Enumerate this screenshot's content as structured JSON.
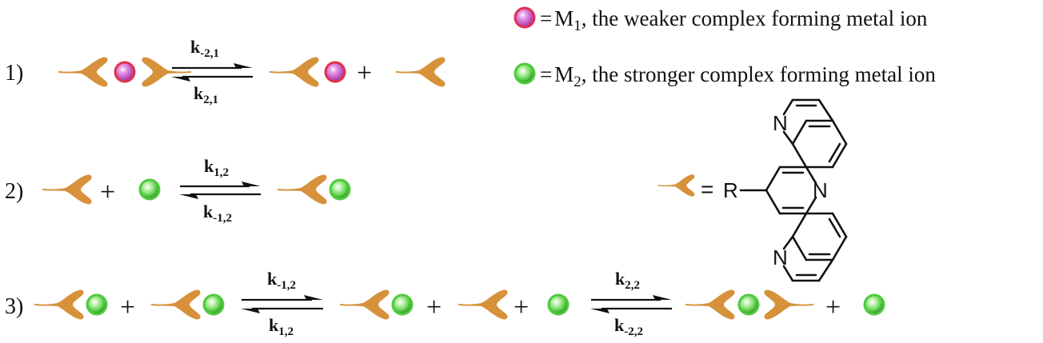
{
  "legend": {
    "m1_eq": "=",
    "m1_symbol": "M",
    "m1_sub": "1",
    "m1_text": ", the weaker complex forming metal ion",
    "m2_eq": "=",
    "m2_symbol": "M",
    "m2_sub": "2",
    "m2_text": ", the stronger complex forming metal ion",
    "m1_color": "#e0304e",
    "m2_color": "#4fc93e"
  },
  "reactions": [
    {
      "number": "1)",
      "forward": {
        "k": "k",
        "sub": "-2,1"
      },
      "backward": {
        "k": "k",
        "sub": "2,1"
      }
    },
    {
      "number": "2)",
      "forward": {
        "k": "k",
        "sub": "1,2"
      },
      "backward": {
        "k": "k",
        "sub": "-1,2"
      }
    },
    {
      "number": "3)",
      "step1_forward": {
        "k": "k",
        "sub": "-1,2"
      },
      "step1_backward": {
        "k": "k",
        "sub": "1,2"
      },
      "step2_forward": {
        "k": "k",
        "sub": "2,2"
      },
      "step2_backward": {
        "k": "k",
        "sub": "-2,2"
      }
    }
  ],
  "operators": {
    "plus": "+"
  },
  "structure": {
    "eq": "=",
    "r_group": "R",
    "n_top": "N",
    "n_middle": "N",
    "n_bottom": "N"
  },
  "ligand_color": "#d6913a"
}
